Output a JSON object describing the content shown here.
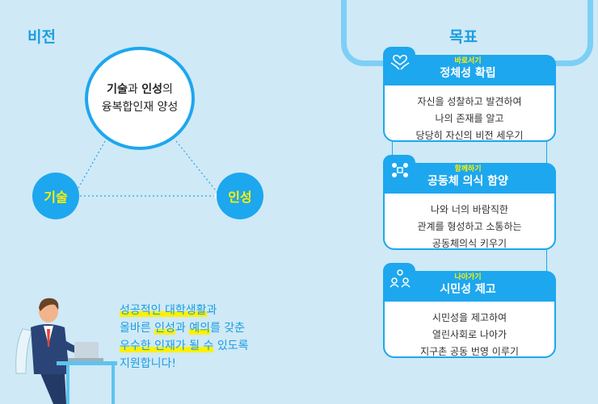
{
  "vision": {
    "heading": "비전",
    "circle_line1_a": "기술",
    "circle_line1_b": "과 ",
    "circle_line1_c": "인성",
    "circle_line1_d": "의",
    "circle_line2": "융복합인재 양성",
    "left_node": "기술",
    "right_node": "인성"
  },
  "message": {
    "line1": "성공적인 대학생활",
    "line1_suffix": "과",
    "line2_a": "올바른 ",
    "line2_b": "인성",
    "line2_c": "과 ",
    "line2_d": "예의",
    "line2_e": "를 갖춘",
    "line3_a": "우수한 인재가 될 수",
    "line3_b": " 있도록",
    "line4": "지원합니다!"
  },
  "goal": {
    "heading": "목표",
    "cards": [
      {
        "sub": "바로서기",
        "title": "정체성 확립",
        "icon": "handshake-heart-icon",
        "lines": [
          "자신을 성찰하고 발견하여",
          "나의 존재를 알고",
          "당당히 자신의 비전 세우기"
        ]
      },
      {
        "sub": "함께하기",
        "title": "공동체 의식 함양",
        "icon": "community-icon",
        "lines": [
          "나와 너의 바람직한",
          "관계를 형성하고 소통하는",
          "공동체의식 키우기"
        ]
      },
      {
        "sub": "나아가기",
        "title": "시민성 제고",
        "icon": "people-network-icon",
        "lines": [
          "시민성을 제고하여",
          "열린사회로 나아가",
          "지구촌 공동 번영 이루기"
        ]
      }
    ]
  },
  "colors": {
    "accent": "#1da7ee",
    "highlight": "#fff000",
    "background": "#cfe9f7"
  }
}
